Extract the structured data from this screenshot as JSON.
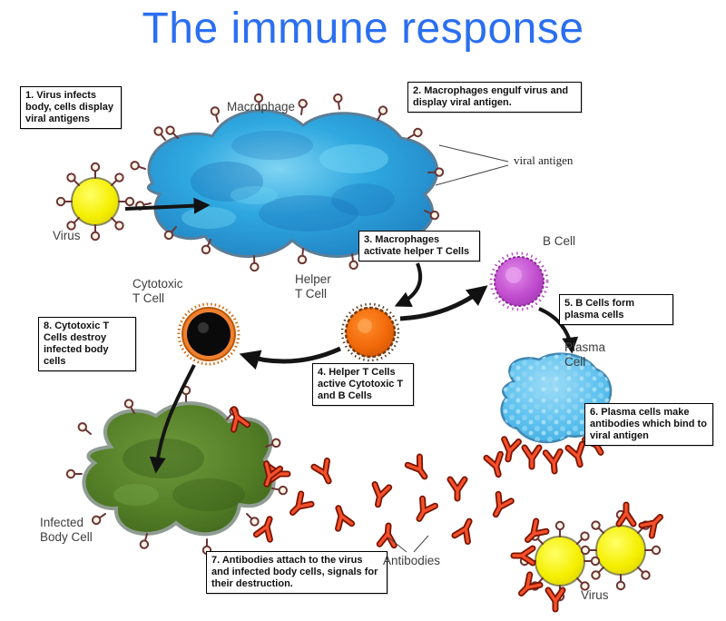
{
  "title": "The immune response",
  "labels": {
    "macrophage": "Macrophage",
    "viral_antigen": "viral antigen",
    "virus_top": "Virus",
    "b_cell": "B Cell",
    "helper_t_cell": "Helper\nT Cell",
    "cytotoxic_t_cell": "Cytotoxic\nT Cell",
    "plasma_cell": "Plasma\nCell",
    "infected_body_cell": "Infected\nBody Cell",
    "antibodies": "Antibodies",
    "virus_bottom": "Virus"
  },
  "steps": {
    "1": "1. Virus infects body, cells display viral antigens",
    "2": "2. Macrophages engulf virus and display viral antigen.",
    "3": "3. Macrophages activate helper T Cells",
    "4": "4. Helper T Cells active Cytotoxic T and B Cells",
    "5": "5. B Cells form plasma cells",
    "6": "6. Plasma cells make antibodies which bind to viral antigen",
    "7": "7. Antibodies attach to the virus and infected body cells, signals for their destruction.",
    "8": "8. Cytotoxic T Cells destroy infected body cells"
  },
  "colors": {
    "title_blue": "#2b6ff0",
    "macrophage_blue": "#2fa8e0",
    "virus_yellow": "#f2ea00",
    "b_cell_magenta": "#c24fd0",
    "helper_t_orange": "#f26a0a",
    "cytotoxic_black": "#0a0a0a",
    "plasma_light_blue": "#5fc2ef",
    "infected_green": "#527d26",
    "antibody_red": "#f4502a",
    "antigen_maroon": "#6b3434"
  }
}
